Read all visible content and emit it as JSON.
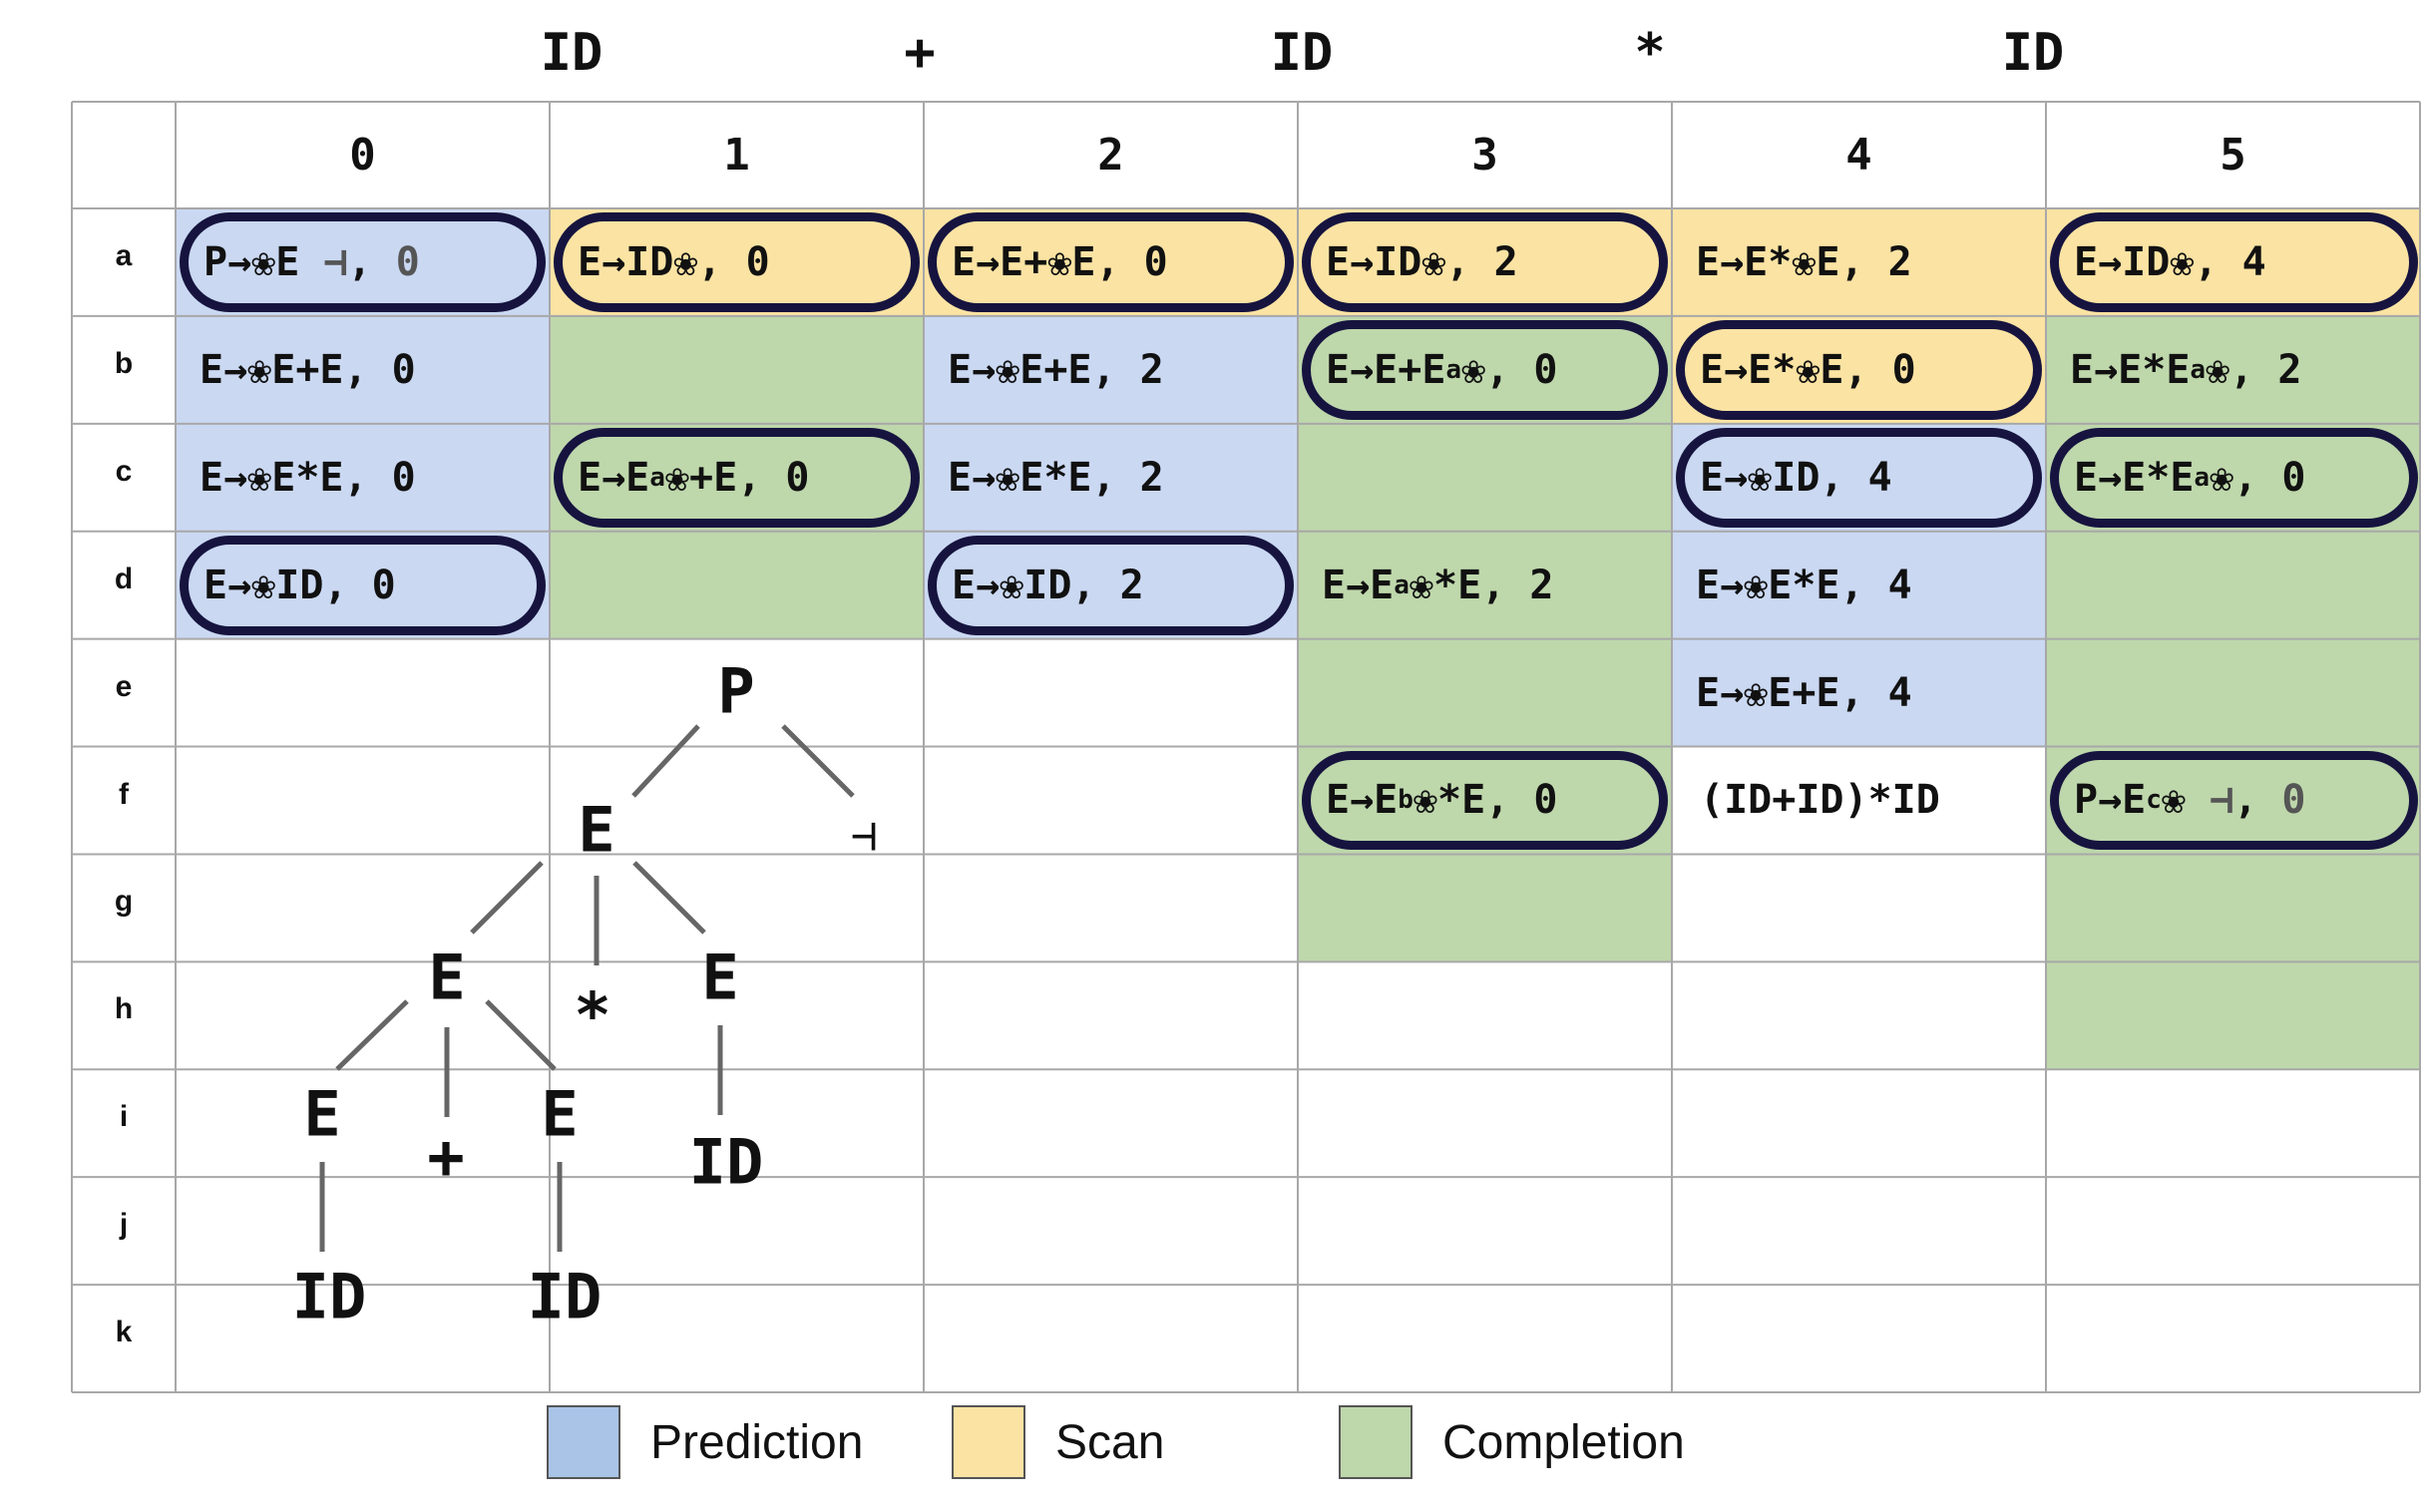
{
  "colors": {
    "prediction": "#cad8f2",
    "scan": "#fbe3a3",
    "completion": "#bed7ab",
    "grid_line": "#a8a8a8",
    "circle_border": "#16143f"
  },
  "input_tokens": [
    "ID",
    "+",
    "ID",
    "*",
    "ID"
  ],
  "columns": [
    "0",
    "1",
    "2",
    "3",
    "4",
    "5"
  ],
  "rows": [
    "a",
    "b",
    "c",
    "d",
    "e",
    "f",
    "g",
    "h",
    "i",
    "j",
    "k"
  ],
  "cell_fills": [
    [
      "prediction",
      "scan",
      "scan",
      "scan",
      "scan",
      "scan"
    ],
    [
      "prediction",
      "completion",
      "prediction",
      "completion",
      "scan",
      "completion"
    ],
    [
      "prediction",
      "completion",
      "prediction",
      "completion",
      "prediction",
      "completion"
    ],
    [
      "prediction",
      "completion",
      "prediction",
      "completion",
      "prediction",
      "completion"
    ],
    [
      "",
      "",
      "",
      "completion",
      "prediction",
      "completion"
    ],
    [
      "",
      "",
      "",
      "completion",
      "",
      "completion"
    ],
    [
      "",
      "",
      "",
      "completion",
      "",
      "completion"
    ],
    [
      "",
      "",
      "",
      "",
      "",
      "completion"
    ],
    [
      "",
      "",
      "",
      "",
      "",
      ""
    ],
    [
      "",
      "",
      "",
      "",
      "",
      ""
    ],
    [
      "",
      "",
      "",
      "",
      "",
      ""
    ]
  ],
  "items": [
    {
      "row": 0,
      "col": 0,
      "circled": true,
      "parts": [
        {
          "t": "P→❀E "
        },
        {
          "t": "⊣",
          "muted": true
        },
        {
          "t": ", "
        },
        {
          "t": "0",
          "muted": true
        }
      ]
    },
    {
      "row": 0,
      "col": 1,
      "circled": true,
      "parts": [
        {
          "t": "E→ID❀, 0"
        }
      ]
    },
    {
      "row": 0,
      "col": 2,
      "circled": true,
      "parts": [
        {
          "t": "E→E+❀E, 0"
        }
      ]
    },
    {
      "row": 0,
      "col": 3,
      "circled": true,
      "parts": [
        {
          "t": "E→ID❀, 2"
        }
      ]
    },
    {
      "row": 0,
      "col": 4,
      "circled": false,
      "parts": [
        {
          "t": "E→E*❀E, 2"
        }
      ]
    },
    {
      "row": 0,
      "col": 5,
      "circled": true,
      "parts": [
        {
          "t": "E→ID❀, 4"
        }
      ]
    },
    {
      "row": 1,
      "col": 0,
      "circled": false,
      "parts": [
        {
          "t": "E→❀E+E, 0"
        }
      ]
    },
    {
      "row": 1,
      "col": 2,
      "circled": false,
      "parts": [
        {
          "t": "E→❀E+E, 2"
        }
      ]
    },
    {
      "row": 1,
      "col": 3,
      "circled": true,
      "parts": [
        {
          "t": "E→E+E"
        },
        {
          "t": "a",
          "sub": true
        },
        {
          "t": "❀, 0"
        }
      ]
    },
    {
      "row": 1,
      "col": 4,
      "circled": true,
      "parts": [
        {
          "t": "E→E*❀E, 0"
        }
      ]
    },
    {
      "row": 1,
      "col": 5,
      "circled": false,
      "parts": [
        {
          "t": "E→E*E"
        },
        {
          "t": "a",
          "sub": true
        },
        {
          "t": "❀, 2"
        }
      ]
    },
    {
      "row": 2,
      "col": 0,
      "circled": false,
      "parts": [
        {
          "t": "E→❀E*E, 0"
        }
      ]
    },
    {
      "row": 2,
      "col": 1,
      "circled": true,
      "parts": [
        {
          "t": "E→E"
        },
        {
          "t": "a",
          "sub": true
        },
        {
          "t": "❀+E, 0"
        }
      ]
    },
    {
      "row": 2,
      "col": 2,
      "circled": false,
      "parts": [
        {
          "t": "E→❀E*E, 2"
        }
      ]
    },
    {
      "row": 2,
      "col": 4,
      "circled": true,
      "parts": [
        {
          "t": "E→❀ID, 4"
        }
      ]
    },
    {
      "row": 2,
      "col": 5,
      "circled": true,
      "parts": [
        {
          "t": "E→E*E"
        },
        {
          "t": "a",
          "sub": true
        },
        {
          "t": "❀, 0"
        }
      ]
    },
    {
      "row": 3,
      "col": 0,
      "circled": true,
      "parts": [
        {
          "t": "E→❀ID, 0"
        }
      ]
    },
    {
      "row": 3,
      "col": 2,
      "circled": true,
      "parts": [
        {
          "t": "E→❀ID, 2"
        }
      ]
    },
    {
      "row": 3,
      "col": 3,
      "circled": false,
      "parts": [
        {
          "t": "E→E"
        },
        {
          "t": "a",
          "sub": true
        },
        {
          "t": "❀*E, 2"
        }
      ]
    },
    {
      "row": 3,
      "col": 4,
      "circled": false,
      "parts": [
        {
          "t": "E→❀E*E, 4"
        }
      ]
    },
    {
      "row": 4,
      "col": 4,
      "circled": false,
      "parts": [
        {
          "t": "E→❀E+E, 4"
        }
      ]
    },
    {
      "row": 5,
      "col": 3,
      "circled": true,
      "parts": [
        {
          "t": "E→E"
        },
        {
          "t": "b",
          "sub": true
        },
        {
          "t": "❀*E, 0"
        }
      ]
    },
    {
      "row": 5,
      "col": 4,
      "circled": false,
      "plain": true,
      "parts": [
        {
          "t": "(ID+ID)*ID"
        }
      ]
    },
    {
      "row": 5,
      "col": 5,
      "circled": true,
      "parts": [
        {
          "t": "P→E"
        },
        {
          "t": "c",
          "sub": true
        },
        {
          "t": "❀ "
        },
        {
          "t": "⊣",
          "muted": true
        },
        {
          "t": ", "
        },
        {
          "t": "0",
          "muted": true
        }
      ]
    }
  ],
  "parse_tree": {
    "nodes": [
      {
        "id": "P",
        "label": "P"
      },
      {
        "id": "E1",
        "label": "E"
      },
      {
        "id": "END",
        "label": "⊣"
      },
      {
        "id": "E2",
        "label": "E"
      },
      {
        "id": "STAR",
        "label": "*"
      },
      {
        "id": "E3",
        "label": "E"
      },
      {
        "id": "E4",
        "label": "E"
      },
      {
        "id": "PLUS",
        "label": "+"
      },
      {
        "id": "E5",
        "label": "E"
      },
      {
        "id": "ID1",
        "label": "ID"
      },
      {
        "id": "ID2",
        "label": "ID"
      },
      {
        "id": "ID3",
        "label": "ID"
      }
    ],
    "edges": [
      [
        "P",
        "E1"
      ],
      [
        "P",
        "END"
      ],
      [
        "E1",
        "E2"
      ],
      [
        "E1",
        "STAR"
      ],
      [
        "E1",
        "E3"
      ],
      [
        "E2",
        "E4"
      ],
      [
        "E2",
        "PLUS"
      ],
      [
        "E2",
        "E5"
      ],
      [
        "E3",
        "ID1"
      ],
      [
        "E4",
        "ID2"
      ],
      [
        "E5",
        "ID3"
      ]
    ]
  },
  "legend": [
    {
      "key": "prediction",
      "label": "Prediction",
      "color": "#a9c4e6"
    },
    {
      "key": "scan",
      "label": "Scan",
      "color": "#fbe3a3"
    },
    {
      "key": "completion",
      "label": "Completion",
      "color": "#bed7ab"
    }
  ]
}
